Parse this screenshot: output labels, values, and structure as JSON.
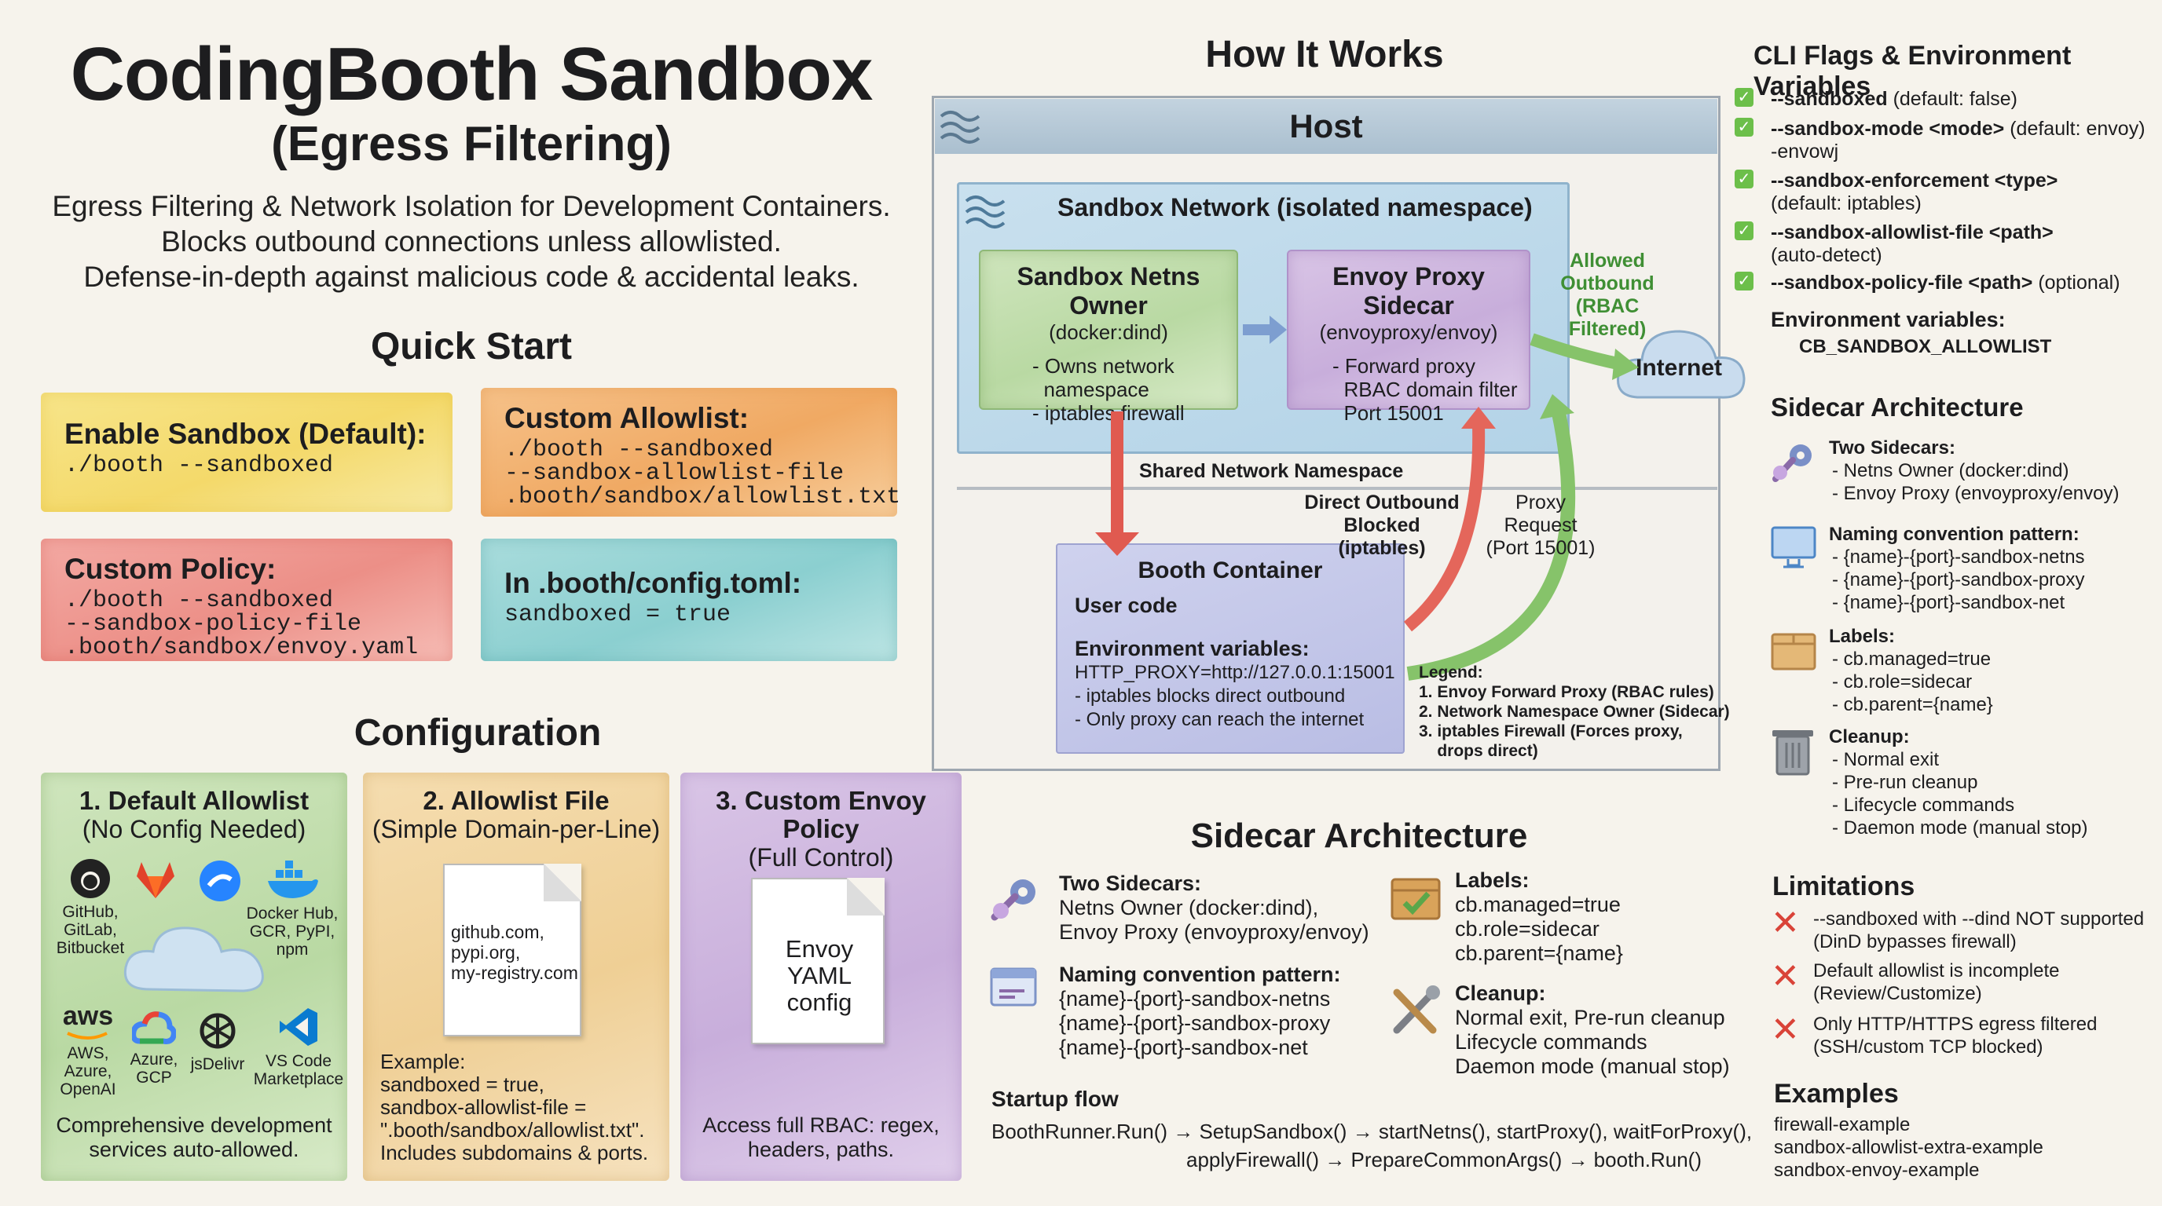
{
  "title": "CodingBooth Sandbox",
  "subtitle": "(Egress Filtering)",
  "tagline": [
    "Egress Filtering & Network Isolation for Development Containers.",
    "Blocks outbound connections unless allowlisted.",
    "Defense-in-depth against malicious code & accidental leaks."
  ],
  "quick_start": {
    "heading": "Quick Start",
    "cards": [
      {
        "title": "Enable Sandbox (Default):",
        "code": "./booth --sandboxed"
      },
      {
        "title": "Custom Allowlist:",
        "code": "./booth --sandboxed\n--sandbox-allowlist-file\n.booth/sandbox/allowlist.txt"
      },
      {
        "title": "Custom Policy:",
        "code": "./booth --sandboxed\n--sandbox-policy-file\n.booth/sandbox/envoy.yaml"
      },
      {
        "title": "In .booth/config.toml:",
        "code": "sandboxed = true"
      }
    ]
  },
  "configuration": {
    "heading": "Configuration",
    "cards": [
      {
        "title": "1. Default Allowlist",
        "subtitle": "(No Config Needed)",
        "logos": [
          "GitHub,\nGitLab,\nBitbucket",
          "Docker Hub,\nGCR, PyPI,\nnpm",
          "AWS,\nAzure,\nOpenAI",
          "Azure,\nGCP",
          "jsDelivr",
          "VS Code\nMarketplace"
        ],
        "logo_word": "aws",
        "footer": "Comprehensive development\nservices auto-allowed."
      },
      {
        "title": "2. Allowlist File",
        "subtitle": "(Simple Domain-per-Line)",
        "doc": "github.com,\npypi.org,\nmy-registry.com",
        "footer": "Example:\nsandboxed = true,\nsandbox-allowlist-file =\n\".booth/sandbox/allowlist.txt\".\nIncludes subdomains & ports."
      },
      {
        "title": "3. Custom Envoy Policy",
        "subtitle": "(Full Control)",
        "doc": "Envoy\nYAML\nconfig",
        "footer": "Access full RBAC: regex,\nheaders, paths."
      }
    ]
  },
  "how_it_works": {
    "heading": "How It Works",
    "host_label": "Host",
    "sandbox_network_label": "Sandbox Network (isolated namespace)",
    "netns_owner": {
      "title": "Sandbox Netns Owner",
      "sub": "(docker:dind)",
      "body": "- Owns network\n  namespace\n- iptables firewall"
    },
    "envoy_sidecar": {
      "title": "Envoy Proxy Sidecar",
      "sub": "(envoyproxy/envoy)",
      "body": "- Forward proxy\n  RBAC domain filter\n  Port 15001"
    },
    "allowed_outbound": "Allowed\nOutbound\n(RBAC Filtered)",
    "internet": "Internet",
    "shared_ns": "Shared Network Namespace",
    "direct_blocked": "Direct Outbound\nBlocked (iptables)",
    "proxy_request": "Proxy\nRequest\n(Port 15001)",
    "booth_container": {
      "title": "Booth Container",
      "user_code": "User code",
      "env_title": "Environment variables:",
      "env_body": "HTTP_PROXY=http://127.0.0.1:15001\n- iptables blocks direct outbound\n- Only proxy can reach the internet"
    },
    "legend": {
      "title": "Legend:",
      "items": [
        "1. Envoy Forward Proxy (RBAC rules)",
        "2. Network Namespace Owner (Sidecar)",
        "3. iptables Firewall (Forces proxy,\n    drops direct)"
      ]
    }
  },
  "sidecar_center": {
    "heading": "Sidecar Architecture",
    "two_sidecars": {
      "title": "Two Sidecars:",
      "body": "Netns Owner (docker:dind),\nEnvoy Proxy (envoyproxy/envoy)"
    },
    "naming": {
      "title": "Naming convention pattern:",
      "body": "{name}-{port}-sandbox-netns\n{name}-{port}-sandbox-proxy\n{name}-{port}-sandbox-net"
    },
    "labels": {
      "title": "Labels:",
      "body": "cb.managed=true\ncb.role=sidecar\ncb.parent={name}"
    },
    "cleanup": {
      "title": "Cleanup:",
      "body": "Normal exit, Pre-run cleanup\nLifecycle commands\nDaemon mode (manual stop)"
    },
    "startup_title": "Startup flow",
    "startup_line1": "BoothRunner.Run() → SetupSandbox() → startNetns(), startProxy(), waitForProxy(),",
    "startup_line2": "applyFirewall() → PrepareCommonArgs() → booth.Run()"
  },
  "right_panel": {
    "cli_heading": "CLI Flags & Environment Variables",
    "flags": [
      {
        "flag": "--sandboxed",
        "desc": " (default: false)"
      },
      {
        "flag": "--sandbox-mode <mode>",
        "desc": " (default: envoy)\n-envowj"
      },
      {
        "flag": "--sandbox-enforcement <type>",
        "desc": "\n(default: iptables)"
      },
      {
        "flag": "--sandbox-allowlist-file <path>",
        "desc": "\n(auto-detect)"
      },
      {
        "flag": "--sandbox-policy-file <path>",
        "desc": " (optional)"
      }
    ],
    "env_heading": "Environment variables:",
    "env_value": "CB_SANDBOX_ALLOWLIST",
    "sidecar_heading": "Sidecar Architecture",
    "two_sidecars": {
      "title": "Two Sidecars:",
      "body": "- Netns Owner (docker:dind)\n- Envoy Proxy (envoyproxy/envoy)"
    },
    "naming": {
      "title": "Naming convention pattern:",
      "body": "- {name}-{port}-sandbox-netns\n- {name}-{port}-sandbox-proxy\n- {name}-{port}-sandbox-net"
    },
    "labels": {
      "title": "Labels:",
      "body": "- cb.managed=true\n- cb.role=sidecar\n- cb.parent={name}"
    },
    "cleanup": {
      "title": "Cleanup:",
      "body": "- Normal exit\n- Pre-run cleanup\n- Lifecycle commands\n- Daemon mode (manual stop)"
    },
    "limitations_heading": "Limitations",
    "limitations": [
      "--sandboxed with --dind NOT supported\n(DinD bypasses firewall)",
      "Default allowlist is incomplete\n(Review/Customize)",
      "Only HTTP/HTTPS egress filtered\n(SSH/custom TCP blocked)"
    ],
    "examples_heading": "Examples",
    "examples": [
      "firewall-example",
      "sandbox-allowlist-extra-example",
      "sandbox-envoy-example"
    ]
  }
}
